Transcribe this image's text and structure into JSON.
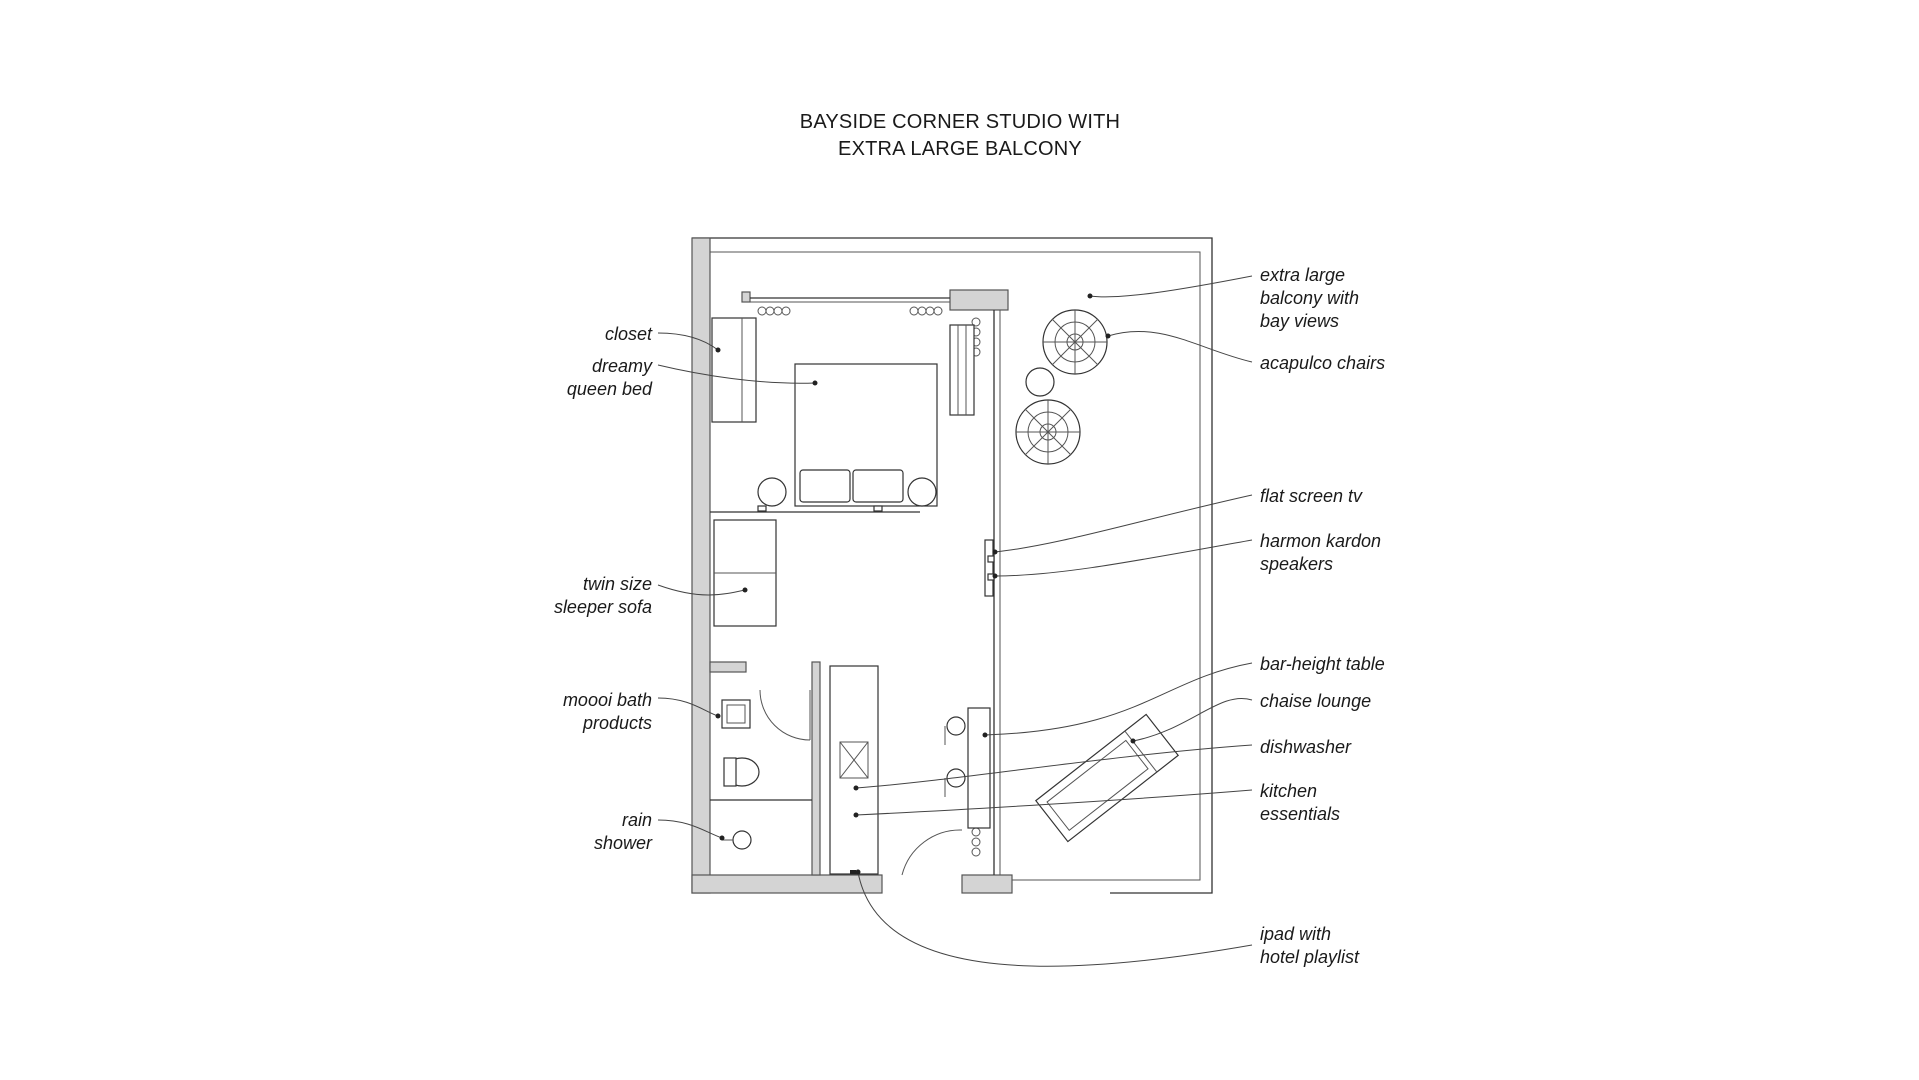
{
  "title": {
    "line1": "BAYSIDE CORNER STUDIO WITH",
    "line2": "EXTRA LARGE BALCONY"
  },
  "labels": {
    "closet": [
      "closet"
    ],
    "queen_bed": [
      "dreamy",
      "queen bed"
    ],
    "sleeper_sofa": [
      "twin size",
      "sleeper sofa"
    ],
    "bath_products": [
      "moooi bath",
      "products"
    ],
    "rain_shower": [
      "rain",
      "shower"
    ],
    "balcony": [
      "extra large",
      "balcony with",
      "bay views"
    ],
    "acapulco_chairs": [
      "acapulco chairs"
    ],
    "flat_screen_tv": [
      "flat screen tv"
    ],
    "speakers": [
      "harmon kardon",
      "speakers"
    ],
    "bar_table": [
      "bar-height table"
    ],
    "chaise_lounge": [
      "chaise lounge"
    ],
    "dishwasher": [
      "dishwasher"
    ],
    "kitchen_essentials": [
      "kitchen",
      "essentials"
    ],
    "ipad": [
      "ipad with",
      "hotel playlist"
    ]
  }
}
